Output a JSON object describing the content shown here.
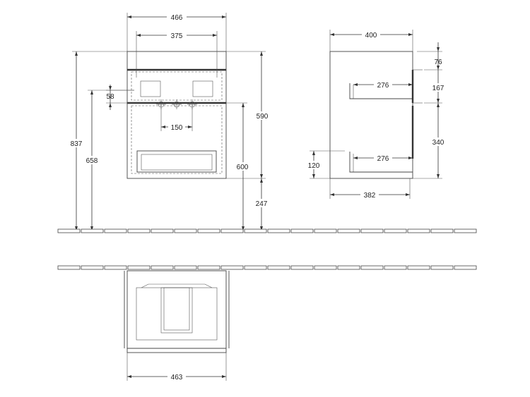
{
  "dimensions": {
    "width_outer": "466",
    "width_inner": "375",
    "height_total": "837",
    "height_drain": "658",
    "offset_58": "58",
    "spacing_150": "150",
    "height_590": "590",
    "height_600": "600",
    "height_247": "247",
    "side_width": "400",
    "side_76": "76",
    "side_167": "167",
    "side_340": "340",
    "side_276_top": "276",
    "side_276_bottom": "276",
    "side_120": "120",
    "side_382": "382",
    "plan_463": "463"
  }
}
